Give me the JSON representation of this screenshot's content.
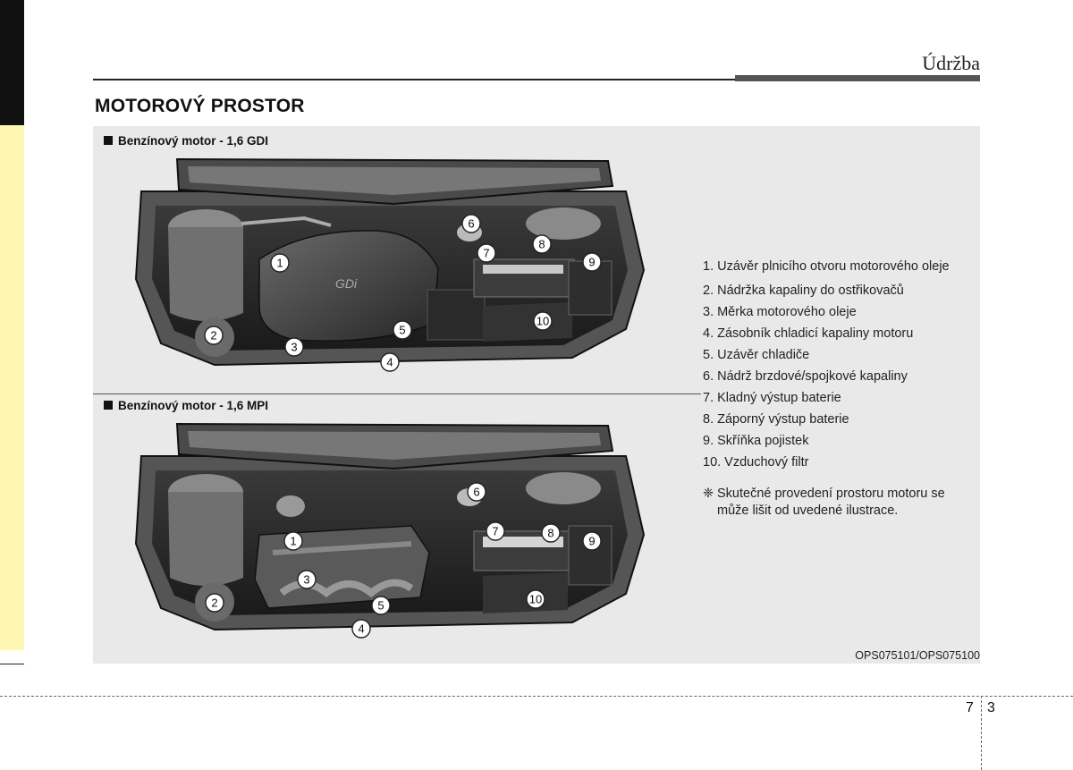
{
  "header": {
    "section": "Údržba"
  },
  "title": "MOTOROVÝ PROSTOR",
  "figures": [
    {
      "label": "Benzínový motor - 1,6 GDI",
      "badge": "GDi"
    },
    {
      "label": "Benzínový motor - 1,6 MPI"
    }
  ],
  "callout_numbers": [
    "1",
    "2",
    "3",
    "4",
    "5",
    "6",
    "7",
    "8",
    "9",
    "10"
  ],
  "legend": [
    {
      "num": "1.",
      "text": "Uzávěr plnicího otvoru motorového oleje"
    },
    {
      "num": "2.",
      "text": "Nádržka kapaliny do ostřikovačů"
    },
    {
      "num": "3.",
      "text": "Měrka motorového oleje"
    },
    {
      "num": "4.",
      "text": "Zásobník chladicí kapaliny motoru"
    },
    {
      "num": "5.",
      "text": "Uzávěr chladiče"
    },
    {
      "num": "6.",
      "text": "Nádrž brzdové/spojkové kapaliny"
    },
    {
      "num": "7.",
      "text": "Kladný výstup baterie"
    },
    {
      "num": "8.",
      "text": "Záporný výstup baterie"
    },
    {
      "num": "9.",
      "text": "Skříňka pojistek"
    },
    {
      "num": "10.",
      "text": "Vzduchový filtr"
    }
  ],
  "note": {
    "symbol": "❈",
    "text": "Skutečné provedení prostoru motoru se může lišit od uvedené ilustrace."
  },
  "figure_code": "OPS075101/OPS075100",
  "page": {
    "chapter": "7",
    "number": "3"
  }
}
